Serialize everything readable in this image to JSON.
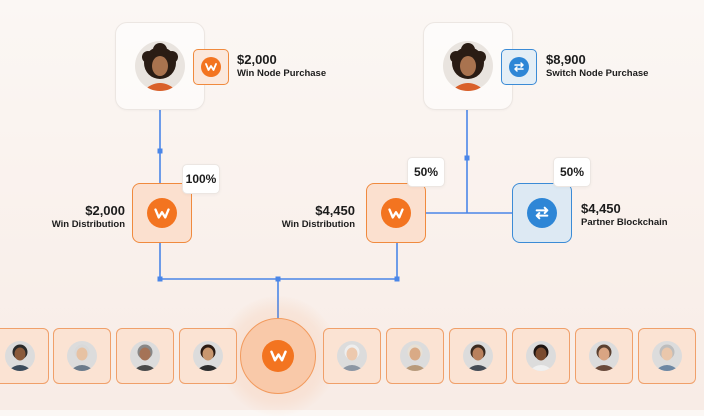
{
  "top_left": {
    "amount": "$2,000",
    "label": "Win Node Purchase"
  },
  "top_right": {
    "amount": "$8,900",
    "label": "Switch Node Purchase"
  },
  "win_dist_left": {
    "percent": "100%",
    "amount": "$2,000",
    "label": "Win Distribution"
  },
  "win_dist_mid": {
    "percent": "50%",
    "amount": "$4,450",
    "label": "Win Distribution"
  },
  "partner": {
    "percent": "50%",
    "amount": "$4,450",
    "label": "Partner Blockchain"
  },
  "icons": {
    "win": "win-logo-icon",
    "switch": "switch-arrows-icon"
  },
  "colors": {
    "win_orange": "#f37420",
    "switch_blue": "#2e86d6",
    "connector": "#4a86e8"
  },
  "people": [
    {
      "skin": "#8a5a3b",
      "hair": "#2a2a2a",
      "shirt": "#3a4a5a"
    },
    {
      "skin": "#e7c2a3",
      "hair": "#d9d9d9",
      "shirt": "#6b7b8b"
    },
    {
      "skin": "#a57357",
      "hair": "#888888",
      "shirt": "#4a4a4a"
    },
    {
      "skin": "#c8976f",
      "hair": "#2a1a12",
      "shirt": "#2c2c2c"
    },
    {
      "skin": "#edc9ae",
      "hair": "#eeeeee",
      "shirt": "#8c96a3"
    },
    {
      "skin": "#d9aa86",
      "hair": "#e8e0d4",
      "shirt": "#b89a7a"
    },
    {
      "skin": "#b9815e",
      "hair": "#3a2a20",
      "shirt": "#444b55"
    },
    {
      "skin": "#7a4b2f",
      "hair": "#1e1410",
      "shirt": "#f0f0f0"
    },
    {
      "skin": "#d9a583",
      "hair": "#5a4030",
      "shirt": "#6a4a3a"
    },
    {
      "skin": "#eac7ab",
      "hair": "#bdbdbd",
      "shirt": "#6d87a3"
    }
  ]
}
